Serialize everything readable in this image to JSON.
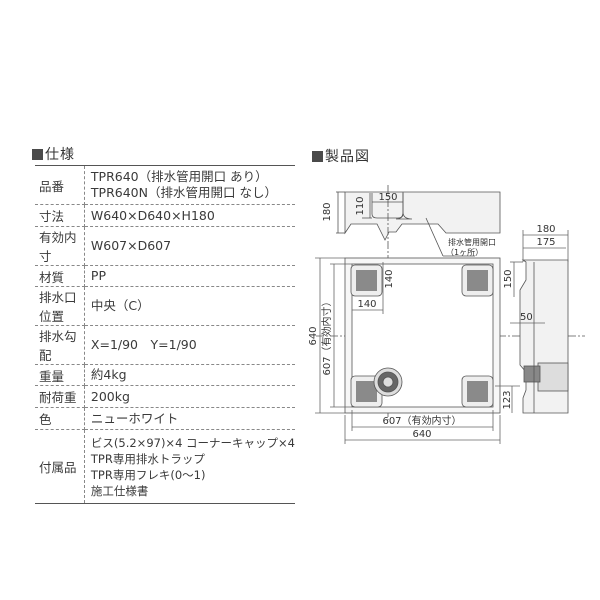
{
  "spec": {
    "heading": "仕様",
    "rows": [
      {
        "label": "品番",
        "values": [
          "TPR640（排水管用開口 あり）",
          "TPR640N（排水管用開口 なし）"
        ]
      },
      {
        "label": "寸法",
        "values": [
          "W640×D640×H180"
        ]
      },
      {
        "label": "有効内寸",
        "values": [
          "W607×D607"
        ]
      },
      {
        "label": "材質",
        "values": [
          "PP"
        ]
      },
      {
        "label": "排水口位置",
        "values": [
          "中央（C）"
        ]
      },
      {
        "label": "排水勾配",
        "values": [
          "X=1/90　Y=1/90"
        ]
      },
      {
        "label": "重量",
        "values": [
          "約4kg"
        ]
      },
      {
        "label": "耐荷重",
        "values": [
          "200kg"
        ]
      },
      {
        "label": "色",
        "values": [
          "ニューホワイト"
        ]
      },
      {
        "label": "付属品",
        "values": [
          "ビス(5.2×97)×4 コーナーキャップ×4",
          "TPR専用排水トラップ",
          "TPR専用フレキ(0～1)",
          "施工仕様書"
        ]
      }
    ]
  },
  "drawing": {
    "heading": "製品図",
    "dims": {
      "h180": "180",
      "h110": "110",
      "w150": "150",
      "opening": "排水管用開口",
      "opening_count": "（1ヶ所）",
      "d640": "640",
      "d607": "607（有効内寸）",
      "c140v": "140",
      "c140h": "140",
      "w607": "607（有効内寸）",
      "w640": "640",
      "s180": "180",
      "s175": "175",
      "s150": "150",
      "s50": "50",
      "s123": "123"
    }
  }
}
